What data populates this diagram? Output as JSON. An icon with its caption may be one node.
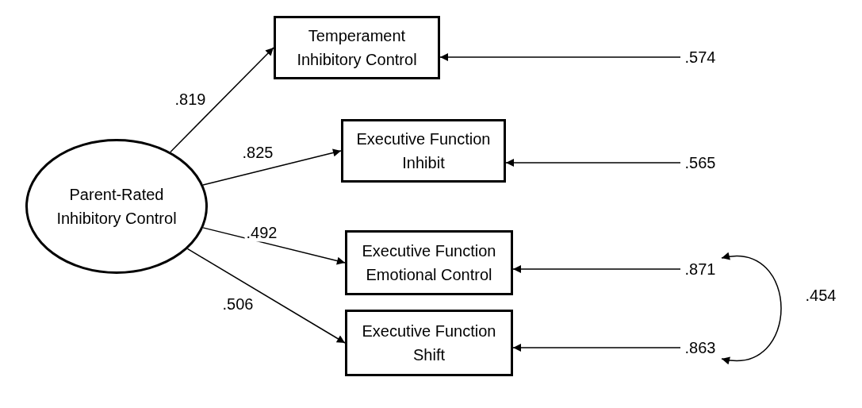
{
  "diagram": {
    "nodes": [
      {
        "text": [
          "Parent-Rated Inhibitory Control"
        ]
      },
      {
        "text": [
          "Temperament Inhibitory Control"
        ]
      },
      {
        "text": [
          "Executive Function Inhibit"
        ]
      },
      {
        "text": [
          "Executive Function Emotional Control"
        ]
      },
      {
        "text": [
          "Executive Function Shift"
        ]
      },
      {
        "text": [
          ".574"
        ]
      },
      {
        "text": [
          ".565"
        ]
      },
      {
        "text": [
          ".871"
        ]
      },
      {
        "text": [
          ".863"
        ]
      }
    ],
    "edges": [
      {
        "from": 0,
        "to": 1,
        "arrow": "to",
        "label": ".819"
      },
      {
        "from": 0,
        "to": 2,
        "arrow": "to",
        "label": ".825"
      },
      {
        "from": 0,
        "to": 3,
        "arrow": "to",
        "label": ".492"
      },
      {
        "from": 0,
        "to": 4,
        "arrow": "to",
        "label": ".506"
      },
      {
        "from": 5,
        "to": 1,
        "arrow": "to"
      },
      {
        "from": 6,
        "to": 2,
        "arrow": "to"
      },
      {
        "from": 7,
        "to": 3,
        "arrow": "to"
      },
      {
        "from": 8,
        "to": 4,
        "arrow": "to"
      },
      {
        "from": 7,
        "to": 8,
        "arrow": "both",
        "label": ".454"
      }
    ]
  }
}
